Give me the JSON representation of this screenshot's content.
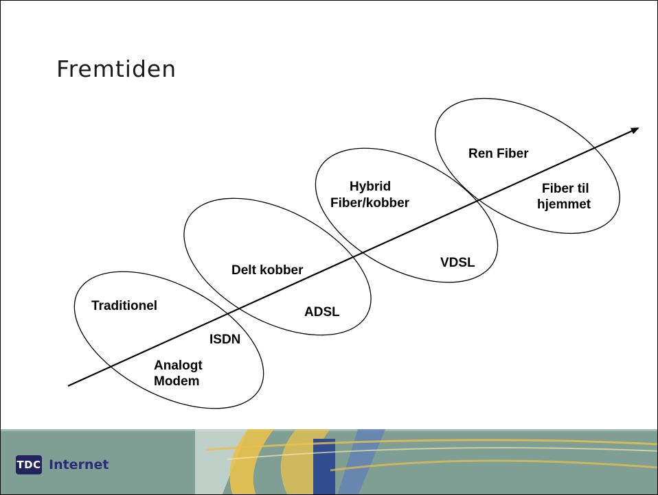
{
  "slide": {
    "title": "Fremtiden"
  },
  "stages": [
    {
      "lines": [
        "Traditionel"
      ]
    },
    {
      "lines": [
        "ISDN"
      ]
    },
    {
      "lines": [
        "Analogt",
        "Modem"
      ]
    },
    {
      "lines": [
        "Delt kobber"
      ]
    },
    {
      "lines": [
        "ADSL"
      ]
    },
    {
      "lines": [
        "Hybrid",
        "Fiber/kobber"
      ]
    },
    {
      "lines": [
        "VDSL"
      ]
    },
    {
      "lines": [
        "Ren Fiber"
      ]
    },
    {
      "lines": [
        "Fiber til",
        "hjemmet"
      ]
    }
  ],
  "footer": {
    "logo_mark": "TDC",
    "logo_word": "Internet",
    "colors": {
      "band": "#7f9e94",
      "logo": "#23245e",
      "yellow": "#e9c14d",
      "blue": "#2f4c8e"
    }
  }
}
